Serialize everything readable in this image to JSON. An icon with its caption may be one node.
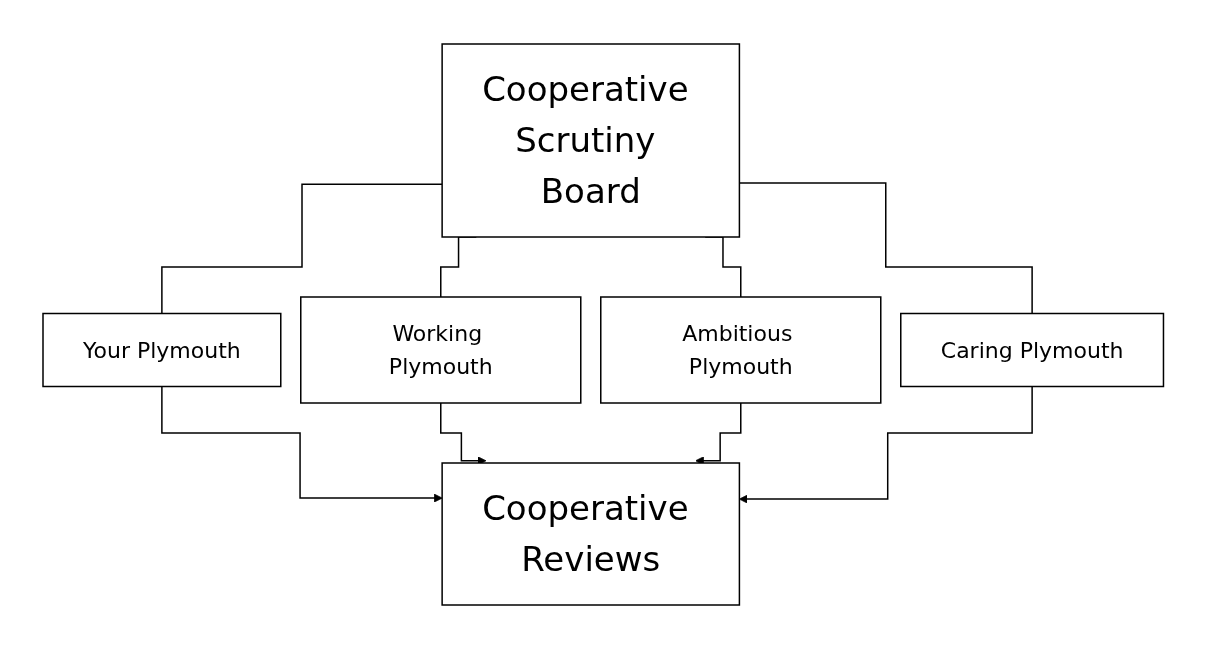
{
  "diagram": {
    "nodes": [
      {
        "text": [
          "Cooperative Scrutiny Board"
        ]
      },
      {
        "text": [
          "Your Plymouth"
        ]
      },
      {
        "text": [
          "Working Plymouth"
        ]
      },
      {
        "text": [
          "Ambitious Plymouth"
        ]
      },
      {
        "text": [
          "Caring Plymouth"
        ]
      },
      {
        "text": [
          "Cooperative Reviews"
        ]
      }
    ],
    "edges": [
      {
        "from": 0,
        "to": 1,
        "arrow": "none"
      },
      {
        "from": 0,
        "to": 2,
        "arrow": "none"
      },
      {
        "from": 0,
        "to": 3,
        "arrow": "none"
      },
      {
        "from": 0,
        "to": 4,
        "arrow": "none"
      },
      {
        "from": 1,
        "to": 5,
        "arrow": "to"
      },
      {
        "from": 2,
        "to": 5,
        "arrow": "to"
      },
      {
        "from": 3,
        "to": 5,
        "arrow": "to"
      },
      {
        "from": 4,
        "to": 5,
        "arrow": "to"
      }
    ]
  }
}
